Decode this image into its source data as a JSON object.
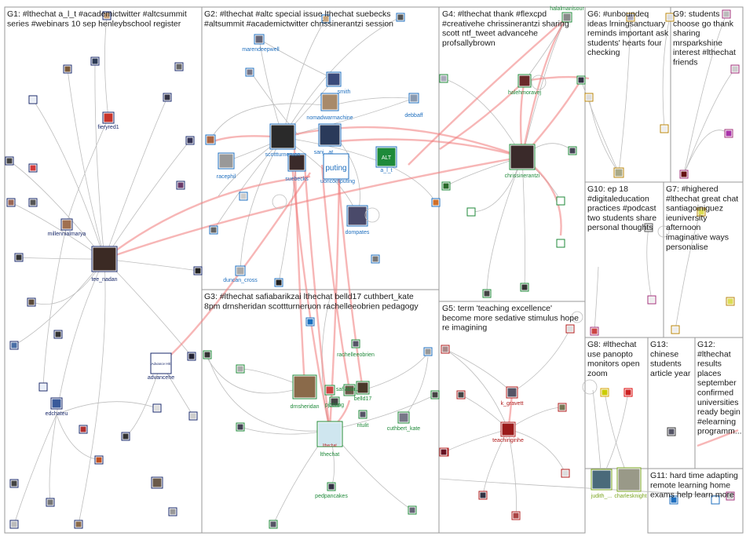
{
  "colors": {
    "red_edge": "#f07a7a",
    "grey_edge": "#bdbdbd",
    "panel_border": "#9a9a9a",
    "label_blue": "#1f6fbf",
    "label_green": "#1f8a3a",
    "label_red": "#b01c1c",
    "label_navy": "#1a2a6b",
    "label_yellowgreen": "#7aa51f"
  },
  "groups": [
    {
      "id": "g1",
      "lines": [
        "G1: #lthechat a_l_t #academictwitter #altcsummit",
        "series #webinars 10 sep henleybschool register"
      ]
    },
    {
      "id": "g2",
      "lines": [
        "G2: #lthechat #altc special issue lthechat suebecks",
        "#altsummit #academictwitter chrissinerantzi session"
      ]
    },
    {
      "id": "g3",
      "lines": [
        "G3: #lthechat safiabarikzai lthechat belld17 cuthbert_kate",
        "8pm drnsheridan scottturneruon rachelleeobrien pedagogy"
      ]
    },
    {
      "id": "g4",
      "lines": [
        "G4: #lthechat thank #flexcpd",
        "#creativehe chrissinerantzi sharing",
        "scott ntf_tweet advancehe",
        "profsallybrown"
      ]
    },
    {
      "id": "g5",
      "lines": [
        "G5: term 'teaching excellence'",
        "become more sedative stimulus hope",
        "re imagining"
      ]
    },
    {
      "id": "g6",
      "lines": [
        "G6: #unboundeq",
        "ideas lrningsanctuary",
        "reminds important ask",
        "students' hearts four",
        "checking"
      ]
    },
    {
      "id": "g7",
      "lines": [
        "G7: #highered",
        "#lthechat great chat",
        "santiagoiniguez",
        "ieuniversity",
        "afternoon",
        "imaginative ways",
        "personalise"
      ]
    },
    {
      "id": "g8",
      "lines": [
        "G8: #lthechat",
        "use panopto",
        "monitors open",
        "zoom"
      ]
    },
    {
      "id": "g9",
      "lines": [
        "G9: students",
        "choose go thank",
        "sharing",
        "mrsparkshine",
        "interest #lthechat",
        "friends"
      ]
    },
    {
      "id": "g10",
      "lines": [
        "G10: ep 18",
        "#digitaleducation",
        "practices #podcast",
        "two students share",
        "personal thoughts"
      ]
    },
    {
      "id": "g11",
      "lines": [
        "G11: hard time adapting",
        "remote learning home",
        "exams help learn more"
      ]
    },
    {
      "id": "g12",
      "lines": [
        "G12:",
        "#lthechat",
        "results",
        "places",
        "september",
        "confirmed",
        "universities",
        "ready begin",
        "#elearning",
        "programm..."
      ]
    },
    {
      "id": "g13",
      "lines": [
        "G13:",
        "chinese",
        "students",
        "article year"
      ]
    }
  ],
  "node_labels": [
    {
      "id": "fieryred1",
      "text": "fieryred1",
      "color": "navy"
    },
    {
      "id": "millennialmarya",
      "text": "millennialmarya",
      "color": "navy"
    },
    {
      "id": "tee_nadan",
      "text": "tee_nadan",
      "color": "navy"
    },
    {
      "id": "advancehe",
      "text": "advancehe",
      "color": "navy"
    },
    {
      "id": "edchateu",
      "text": "edchateu",
      "color": "navy"
    },
    {
      "id": "marendeepwell",
      "text": "marendeepwell",
      "color": "blue"
    },
    {
      "id": "smith",
      "text": "smith",
      "color": "blue"
    },
    {
      "id": "nomadwarmachine",
      "text": "nomadwarmachine",
      "color": "blue"
    },
    {
      "id": "debbaff",
      "text": "debbaff",
      "color": "blue"
    },
    {
      "id": "scottturneruon",
      "text": "scottturneruon",
      "color": "blue"
    },
    {
      "id": "sanjay",
      "text": "sanj...at",
      "color": "blue"
    },
    {
      "id": "racephil",
      "text": "racephil",
      "color": "blue"
    },
    {
      "id": "suebecks",
      "text": "suebecks",
      "color": "blue"
    },
    {
      "id": "uoncomputing",
      "text": "uoncomputing",
      "color": "blue"
    },
    {
      "id": "a_l_t",
      "text": "a_l_t",
      "color": "blue"
    },
    {
      "id": "dompates",
      "text": "dompates",
      "color": "blue"
    },
    {
      "id": "duncan_cross",
      "text": "duncan_cross",
      "color": "blue"
    },
    {
      "id": "halalmanisour",
      "text": "halalmanisour",
      "color": "green"
    },
    {
      "id": "halehmoravej",
      "text": "halehmoravej",
      "color": "green"
    },
    {
      "id": "chrissinerantzi",
      "text": "chrissinerantzi",
      "color": "green"
    },
    {
      "id": "rachelleeobrien",
      "text": "rachelleeobrien",
      "color": "green"
    },
    {
      "id": "safiabarikzai",
      "text": "safiabar...",
      "color": "green"
    },
    {
      "id": "drnsheridan",
      "text": "drnsheridan",
      "color": "green"
    },
    {
      "id": "pjobling",
      "text": "pjobling",
      "color": "green"
    },
    {
      "id": "belld17",
      "text": "belld17",
      "color": "green"
    },
    {
      "id": "ntulit",
      "text": "ntulit",
      "color": "green"
    },
    {
      "id": "cuthbert_kate",
      "text": "cuthbert_kate",
      "color": "green"
    },
    {
      "id": "lthechat",
      "text": "lthechat",
      "color": "green"
    },
    {
      "id": "pedpancakes",
      "text": "pedpancakes",
      "color": "green"
    },
    {
      "id": "k_gravett",
      "text": "k_gravett",
      "color": "red"
    },
    {
      "id": "teachinginhe",
      "text": "teachinginhe",
      "color": "red"
    },
    {
      "id": "judith",
      "text": "judith_...",
      "color": "yellowgreen"
    },
    {
      "id": "charlesknight",
      "text": "charlesknight",
      "color": "yellowgreen"
    }
  ],
  "icons": {
    "uoncomputing_logo_text": "puting",
    "alt_logo_text": "ALT",
    "advancehe_logo_text": "Advance HE",
    "lthechat_logo_text": "lthechat"
  }
}
